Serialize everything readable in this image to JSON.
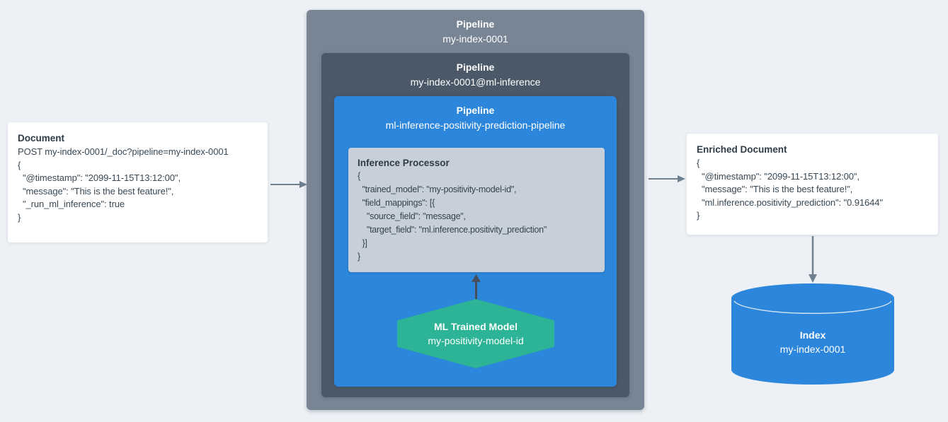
{
  "document": {
    "title": "Document",
    "lines": [
      "POST my-index-0001/_doc?pipeline=my-index-0001",
      "{",
      "  \"@timestamp\": \"2099-11-15T13:12:00\",",
      "  \"message\": \"This is the best feature!\",",
      "  \"_run_ml_inference\": true",
      "}"
    ]
  },
  "outer_pipeline": {
    "label": "Pipeline",
    "name": "my-index-0001"
  },
  "middle_pipeline": {
    "label": "Pipeline",
    "name": "my-index-0001@ml-inference"
  },
  "inner_pipeline": {
    "label": "Pipeline",
    "name": "ml-inference-positivity-prediction-pipeline"
  },
  "inference_processor": {
    "title": "Inference Processor",
    "lines": [
      "{",
      "  \"trained_model\": \"my-positivity-model-id\",",
      "  \"field_mappings\": [{",
      "    \"source_field\": \"message\",",
      "    \"target_field\": \"ml.inference.positivity_prediction\"",
      "  }]",
      "}"
    ]
  },
  "ml_trained_model": {
    "title": "ML Trained Model",
    "name": "my-positivity-model-id"
  },
  "enriched_document": {
    "title": "Enriched Document",
    "lines": [
      "{",
      "  \"@timestamp\": \"2099-11-15T13:12:00\",",
      "  \"message\": \"This is the best feature!\",",
      "  \"ml.inference.positivity_prediction\": \"0.91644\"",
      "}"
    ]
  },
  "index": {
    "label": "Index",
    "name": "my-index-0001"
  },
  "colors": {
    "background": "#EDF1F5",
    "outer_pipeline": "#788595",
    "middle_pipeline": "#4A5868",
    "inner_pipeline": "#2C86DB",
    "processor_box": "#C7D0DA",
    "ml_model": "#2DB496",
    "index_cylinder": "#2C86DB",
    "arrow_gray": "#6E7F8E",
    "arrow_dark": "#454F5A"
  }
}
